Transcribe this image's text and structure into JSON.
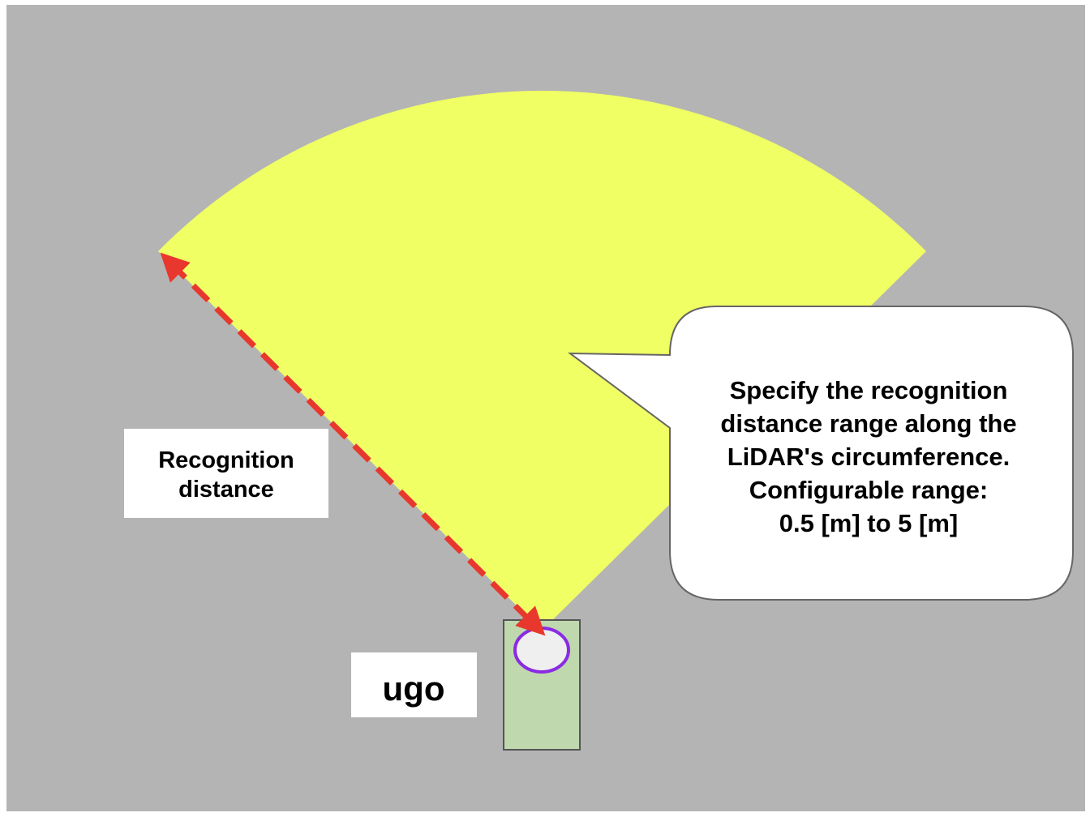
{
  "diagram": {
    "robot_label": "ugo",
    "distance_label": [
      "Recognition",
      "distance"
    ],
    "callout_lines": [
      "Specify the recognition",
      "distance range along the",
      "LiDAR's circumference.",
      "Configurable range:",
      "0.5 [m] to 5 [m]"
    ],
    "colors": {
      "background": "#b4b4b4",
      "sensor_area": "#f0ff64",
      "robot_body": "#bfd8ae",
      "lidar_fill": "#efefef",
      "lidar_outline": "#8a2be2",
      "arrow": "#e8372c",
      "label_box": "#ffffff",
      "callout": "#ffffff"
    }
  }
}
